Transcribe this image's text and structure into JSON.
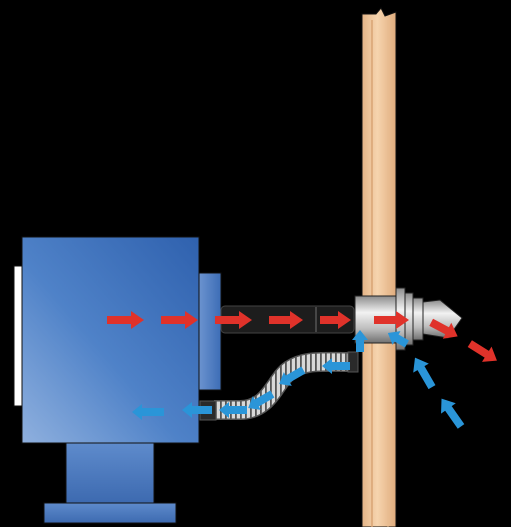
{
  "diagram": {
    "background_color": "#000000",
    "components": [
      {
        "name": "heater-unit",
        "color": "#3f74bd"
      },
      {
        "name": "heater-base",
        "color": "#4b79bf"
      },
      {
        "name": "wall",
        "color": "#f0c89a"
      },
      {
        "name": "vent-terminal",
        "color": "#b8b8b8"
      },
      {
        "name": "exhaust-pipe",
        "color": "#1f1f1f"
      },
      {
        "name": "flexible-intake-hose",
        "color": "#c9c9c9"
      }
    ],
    "flows": [
      {
        "name": "exhaust-flow",
        "color": "#e0322a",
        "direction": "heater-to-outside"
      },
      {
        "name": "intake-air-flow",
        "color": "#2a95d8",
        "direction": "outside-to-heater"
      }
    ]
  }
}
